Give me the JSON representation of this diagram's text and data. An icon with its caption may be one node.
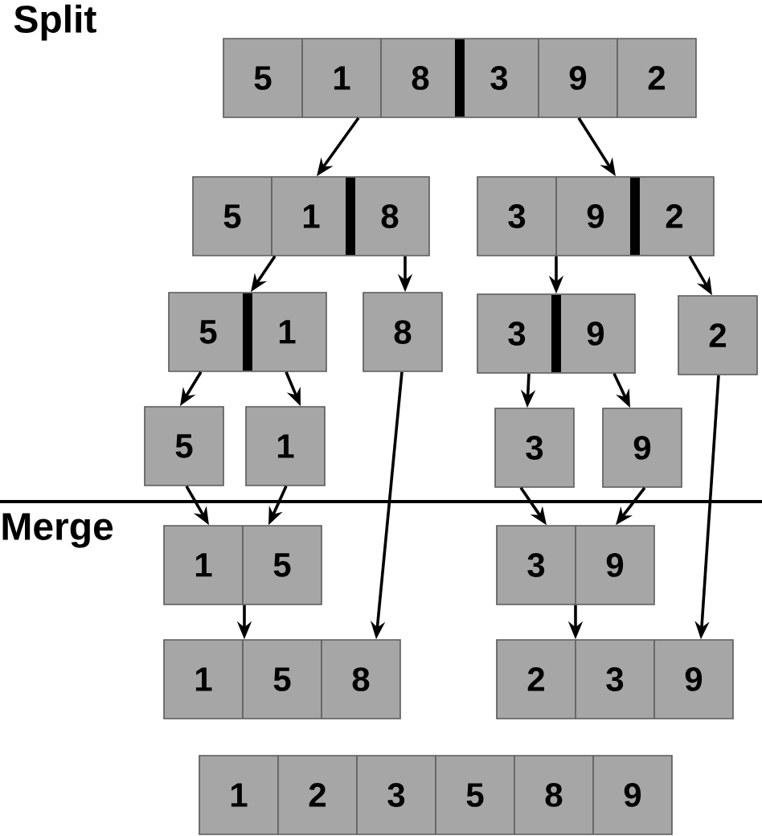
{
  "diagram": {
    "nodes": [
      {
        "text": [
          "5",
          "1",
          "8",
          "3",
          "9",
          "2"
        ]
      },
      {
        "text": [
          "5",
          "1",
          "8"
        ]
      },
      {
        "text": [
          "3",
          "9",
          "2"
        ]
      },
      {
        "text": [
          "5",
          "1"
        ]
      },
      {
        "text": [
          "8"
        ]
      },
      {
        "text": [
          "3",
          "9"
        ]
      },
      {
        "text": [
          "2"
        ]
      },
      {
        "text": [
          "5"
        ]
      },
      {
        "text": [
          "1"
        ]
      },
      {
        "text": [
          "3"
        ]
      },
      {
        "text": [
          "9"
        ]
      },
      {
        "text": [
          "1",
          "5"
        ]
      },
      {
        "text": [
          "3",
          "9"
        ]
      },
      {
        "text": [
          "1",
          "5",
          "8"
        ]
      },
      {
        "text": [
          "2",
          "3",
          "9"
        ]
      },
      {
        "text": [
          "1",
          "2",
          "3",
          "5",
          "8",
          "9"
        ]
      }
    ],
    "edges": [
      {
        "from": 0,
        "to": 1,
        "arrow": "to"
      },
      {
        "from": 0,
        "to": 2,
        "arrow": "to"
      },
      {
        "from": 1,
        "to": 3,
        "arrow": "to"
      },
      {
        "from": 1,
        "to": 4,
        "arrow": "to"
      },
      {
        "from": 2,
        "to": 5,
        "arrow": "to"
      },
      {
        "from": 2,
        "to": 6,
        "arrow": "to"
      },
      {
        "from": 3,
        "to": 7,
        "arrow": "to"
      },
      {
        "from": 3,
        "to": 8,
        "arrow": "to"
      },
      {
        "from": 5,
        "to": 9,
        "arrow": "to"
      },
      {
        "from": 5,
        "to": 10,
        "arrow": "to"
      },
      {
        "from": 7,
        "to": 11,
        "arrow": "to"
      },
      {
        "from": 8,
        "to": 11,
        "arrow": "to"
      },
      {
        "from": 9,
        "to": 12,
        "arrow": "to"
      },
      {
        "from": 10,
        "to": 12,
        "arrow": "to"
      },
      {
        "from": 11,
        "to": 13,
        "arrow": "to"
      },
      {
        "from": 4,
        "to": 13,
        "arrow": "to"
      },
      {
        "from": 12,
        "to": 14,
        "arrow": "to"
      },
      {
        "from": 6,
        "to": 14,
        "arrow": "to"
      }
    ],
    "labels": [
      "Split",
      "Merge"
    ]
  }
}
